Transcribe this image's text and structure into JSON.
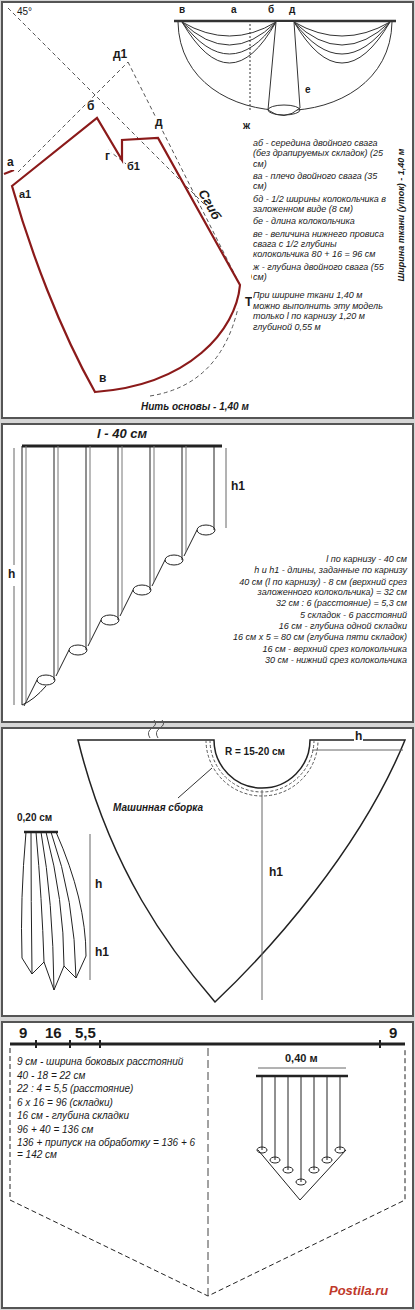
{
  "diagram": {
    "labels": [
      "45°",
      "д1",
      "б",
      "д",
      "а",
      "а1",
      "г",
      "б1",
      "Сгиб",
      "е",
      "Т",
      "в",
      "в",
      "а",
      "б",
      "д",
      "е",
      "ж",
      "аб - середина двойного свага (без драпируемых складок) (25 см)",
      "ва - плечо двойного свага (35 см)",
      "бд - 1/2 ширины колокольчика в заложенном виде (8 см)",
      "бе - длина колокольчика",
      "ве - величина нижнего провиса свага с 1/2 глубины колокольчика 80 + 16 = 96 см",
      "ж - глубина двойного свага (55 см)",
      "При ширине ткани 1,40 м можно выполнить эту модель только l по карнизу 1,20 м глубиной 0,55 м",
      "Нить основы - 1,40 м",
      "Ширина ткани (уток) - 1,40 м",
      "l - 40 см",
      "h1",
      "h",
      "l по карнизу - 40 см",
      "h и h1 - длины, заданные по карнизу",
      "40 см (l по карнизу) - 8 см (верхний срез заложенного колокольчика) = 32 см",
      "32 см : 6 (расстояние) = 5,3 см",
      "5 складок - 6 расстояний",
      "16 см - глубина одной складки",
      "16 см х 5 = 80 см (глубина пяти складок)",
      "16 см - верхний срез колокольчика",
      "30 см - нижний срез колокольчика",
      "R = 15-20 см",
      "h",
      "Машинная сборка",
      "0,20 см",
      "h",
      "h1",
      "h1",
      "9",
      "16",
      "5,5",
      "9",
      "9 см - ширина боковых расстояний",
      "40 - 18 = 22 см",
      "22 : 4 = 5,5 (расстояние)",
      "6 х 16 = 96 (складки)",
      "16 см - глубина складки",
      "96 + 40 = 136 см",
      "136 + припуск на обработку = 136 + 6 = 142 см",
      "0,40 м",
      "Postila.ru"
    ]
  }
}
